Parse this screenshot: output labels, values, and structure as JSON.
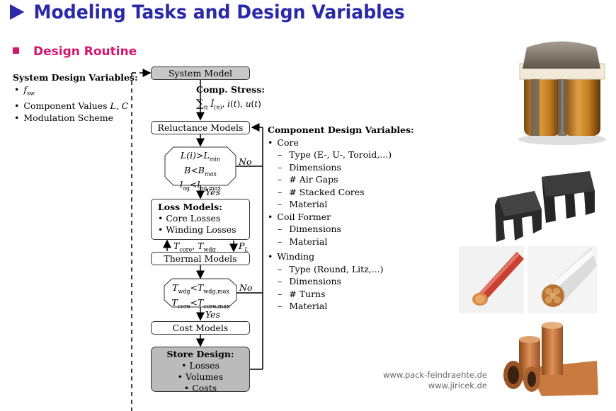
{
  "title": "Modeling Tasks and Design Variables",
  "subtitle": "Design Routine",
  "system_vars": {
    "heading": "System Design Variables:",
    "items": [
      "f_sw",
      "Component Values L, C",
      "Modulation Scheme"
    ]
  },
  "flow": {
    "system_model": "System Model",
    "comp_stress_heading": "Comp. Stress:",
    "comp_stress_formula": "Σn Î(n), i(t), u(t)",
    "reluctance_models": "Reluctance Models",
    "check1": [
      "L(i)>Lmin",
      "B<Bmax",
      "lag<lag,max"
    ],
    "no_label": "No",
    "yes1": "Yes",
    "loss_models_heading": "Loss Models:",
    "loss_items": [
      "Core Losses",
      "Winding Losses"
    ],
    "temps_left": "Tcore, Twdg",
    "pl": "PL",
    "thermal_models": "Thermal Models",
    "check2": [
      "Twdg<Twdg,max",
      "Tcore<Tcore,max"
    ],
    "no2": "No",
    "yes2": "Yes",
    "cost_models": "Cost Models",
    "store_heading": "Store Design:",
    "store_items": [
      "Losses",
      "Volumes",
      "Costs"
    ]
  },
  "component_vars": {
    "heading": "Component Design Variables:",
    "core": "Core",
    "core_items": [
      "Type (E-, U-, Toroid,...)",
      "Dimensions",
      "# Air Gaps",
      "# Stacked Cores",
      "Material"
    ],
    "coil_former": "Coil Former",
    "coil_items": [
      "Dimensions",
      "Material"
    ],
    "winding": "Winding",
    "winding_items": [
      "Type (Round, Litz,...)",
      "Dimensions",
      "# Turns",
      "Material"
    ]
  },
  "credits": [
    "www.pack-feindraehte.de",
    "www.jiricek.de"
  ],
  "colors": {
    "title": "#2a2aa8",
    "subtitle": "#d6146e"
  }
}
